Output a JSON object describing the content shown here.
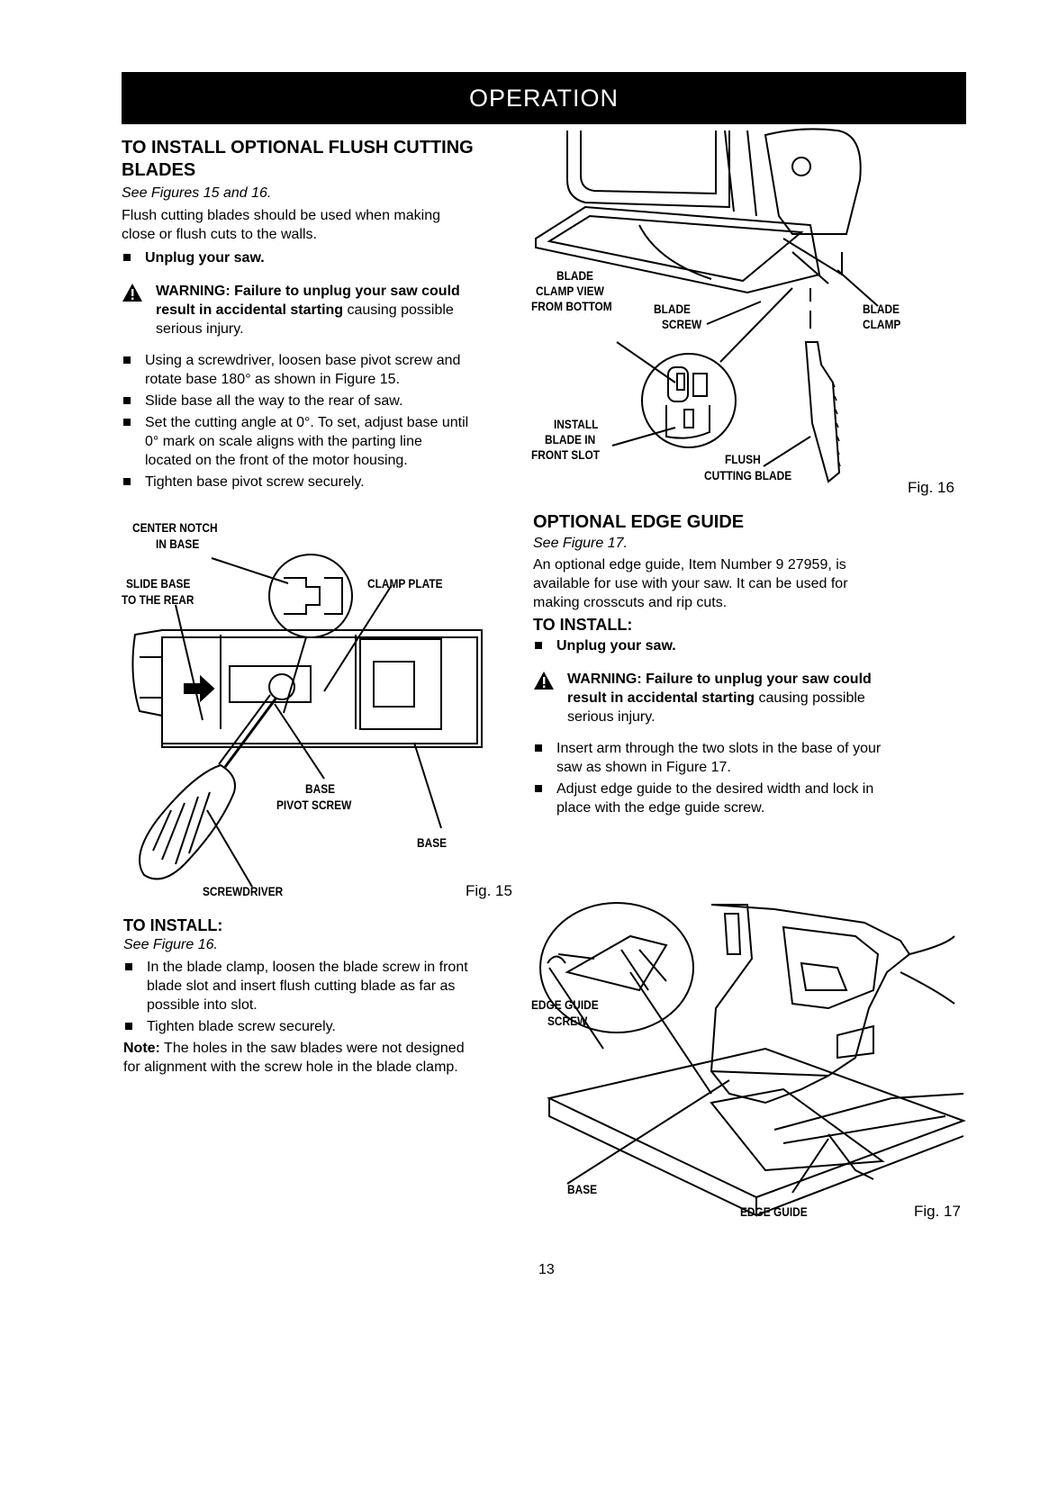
{
  "banner": "OPERATION",
  "left": {
    "flush": {
      "heading_1": "TO INSTALL OPTIONAL FLUSH CUTTING",
      "heading_2": "BLADES",
      "see": "See Figures 15 and 16.",
      "intro_1": "Flush cutting blades should be used when making",
      "intro_2": "close or flush cuts to the walls.",
      "unplug": "Unplug your saw.",
      "warning_bold_1": "WARNING: Failure to unplug your saw could",
      "warning_bold_2": "result in accidental starting",
      "warning_rest_2": " causing possible",
      "warning_3": "serious injury.",
      "steps": [
        [
          "Using a screwdriver, loosen base pivot screw and",
          "rotate base 180° as shown in Figure 15."
        ],
        [
          "Slide base all the way to the rear of saw."
        ],
        [
          "Set the cutting angle at 0°. To set, adjust base until",
          "0° mark on scale aligns with the parting line",
          "located on the front of the motor housing."
        ],
        [
          "Tighten base pivot screw securely."
        ]
      ]
    },
    "fig15": {
      "center_notch_1": "CENTER NOTCH",
      "center_notch_2": "IN BASE",
      "slide_base_1": "SLIDE BASE",
      "slide_base_2": "TO THE REAR",
      "clamp_plate": "CLAMP PLATE",
      "base_pivot_1": "BASE",
      "base_pivot_2": "PIVOT SCREW",
      "base": "BASE",
      "screwdriver": "SCREWDRIVER",
      "caption": "Fig. 15"
    },
    "install": {
      "heading": "TO INSTALL:",
      "see": "See Figure 16.",
      "steps": [
        [
          "In the blade clamp, loosen the blade screw in front",
          "blade slot and insert flush cutting blade as far as",
          "possible into slot."
        ],
        [
          "Tighten blade screw securely."
        ]
      ],
      "note_label": "Note:",
      "note_1": " The holes in the saw blades were not designed",
      "note_2": "for alignment with the screw hole in the blade clamp."
    }
  },
  "right": {
    "fig16": {
      "blade_clamp_view_1": "BLADE",
      "blade_clamp_view_2": "CLAMP VIEW",
      "blade_clamp_view_3": "FROM BOTTOM",
      "blade_screw_1": "BLADE",
      "blade_screw_2": "SCREW",
      "blade_clamp_1": "BLADE",
      "blade_clamp_2": "CLAMP",
      "install_blade_1": "INSTALL",
      "install_blade_2": "BLADE IN",
      "install_blade_3": "FRONT SLOT",
      "flush_1": "FLUSH",
      "flush_2": "CUTTING BLADE",
      "caption": "Fig. 16"
    },
    "edge": {
      "heading": "OPTIONAL EDGE GUIDE",
      "see": "See Figure 17.",
      "intro_1": "An optional edge guide, Item Number 9 27959, is",
      "intro_2": "available for use with your saw. It can be used for",
      "intro_3": "making crosscuts and rip cuts.",
      "install": "TO INSTALL:",
      "unplug": "Unplug your saw.",
      "warning_bold_1": "WARNING: Failure to unplug your saw could",
      "warning_bold_2": "result in accidental starting",
      "warning_rest_2": " causing possible",
      "warning_3": "serious injury.",
      "steps": [
        [
          "Insert arm through the two slots in the base of your",
          "saw as shown in Figure 17."
        ],
        [
          "Adjust edge guide to the desired width and lock in",
          "place with the edge guide screw."
        ]
      ]
    },
    "fig17": {
      "edge_guide_screw_1": "EDGE GUIDE",
      "edge_guide_screw_2": "SCREW",
      "base": "BASE",
      "edge_guide": "EDGE GUIDE",
      "caption": "Fig. 17"
    }
  },
  "page_number": "13"
}
